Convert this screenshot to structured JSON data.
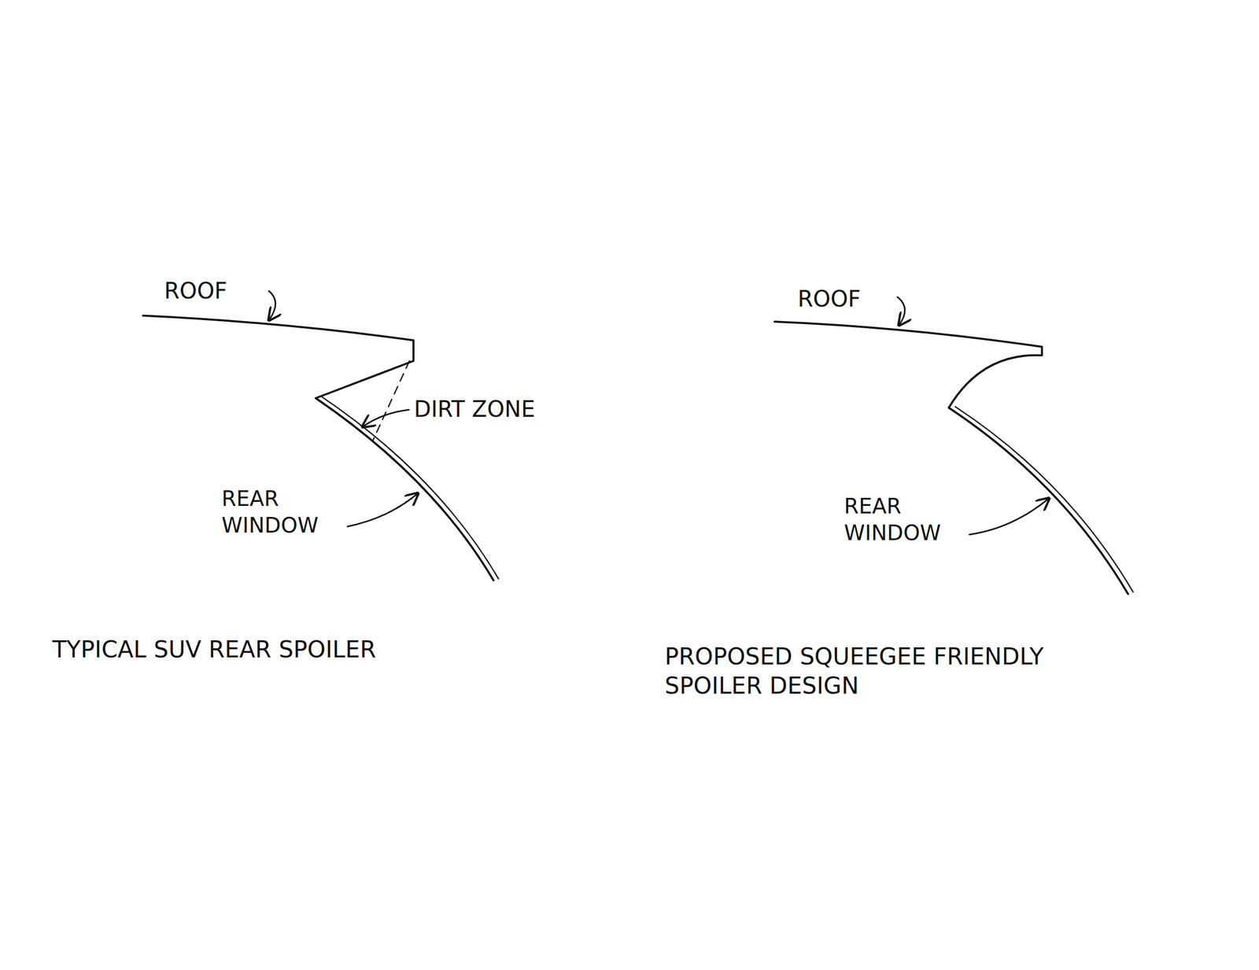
{
  "diagram": {
    "labels": [
      "ROOF",
      "DIRT ZONE",
      "REAR WINDOW",
      "TYPICAL SUV REAR SPOILER",
      "ROOF",
      "REAR WINDOW",
      "PROPOSED SQUEEGEE FRIENDLY SPOILER DESIGN"
    ]
  }
}
